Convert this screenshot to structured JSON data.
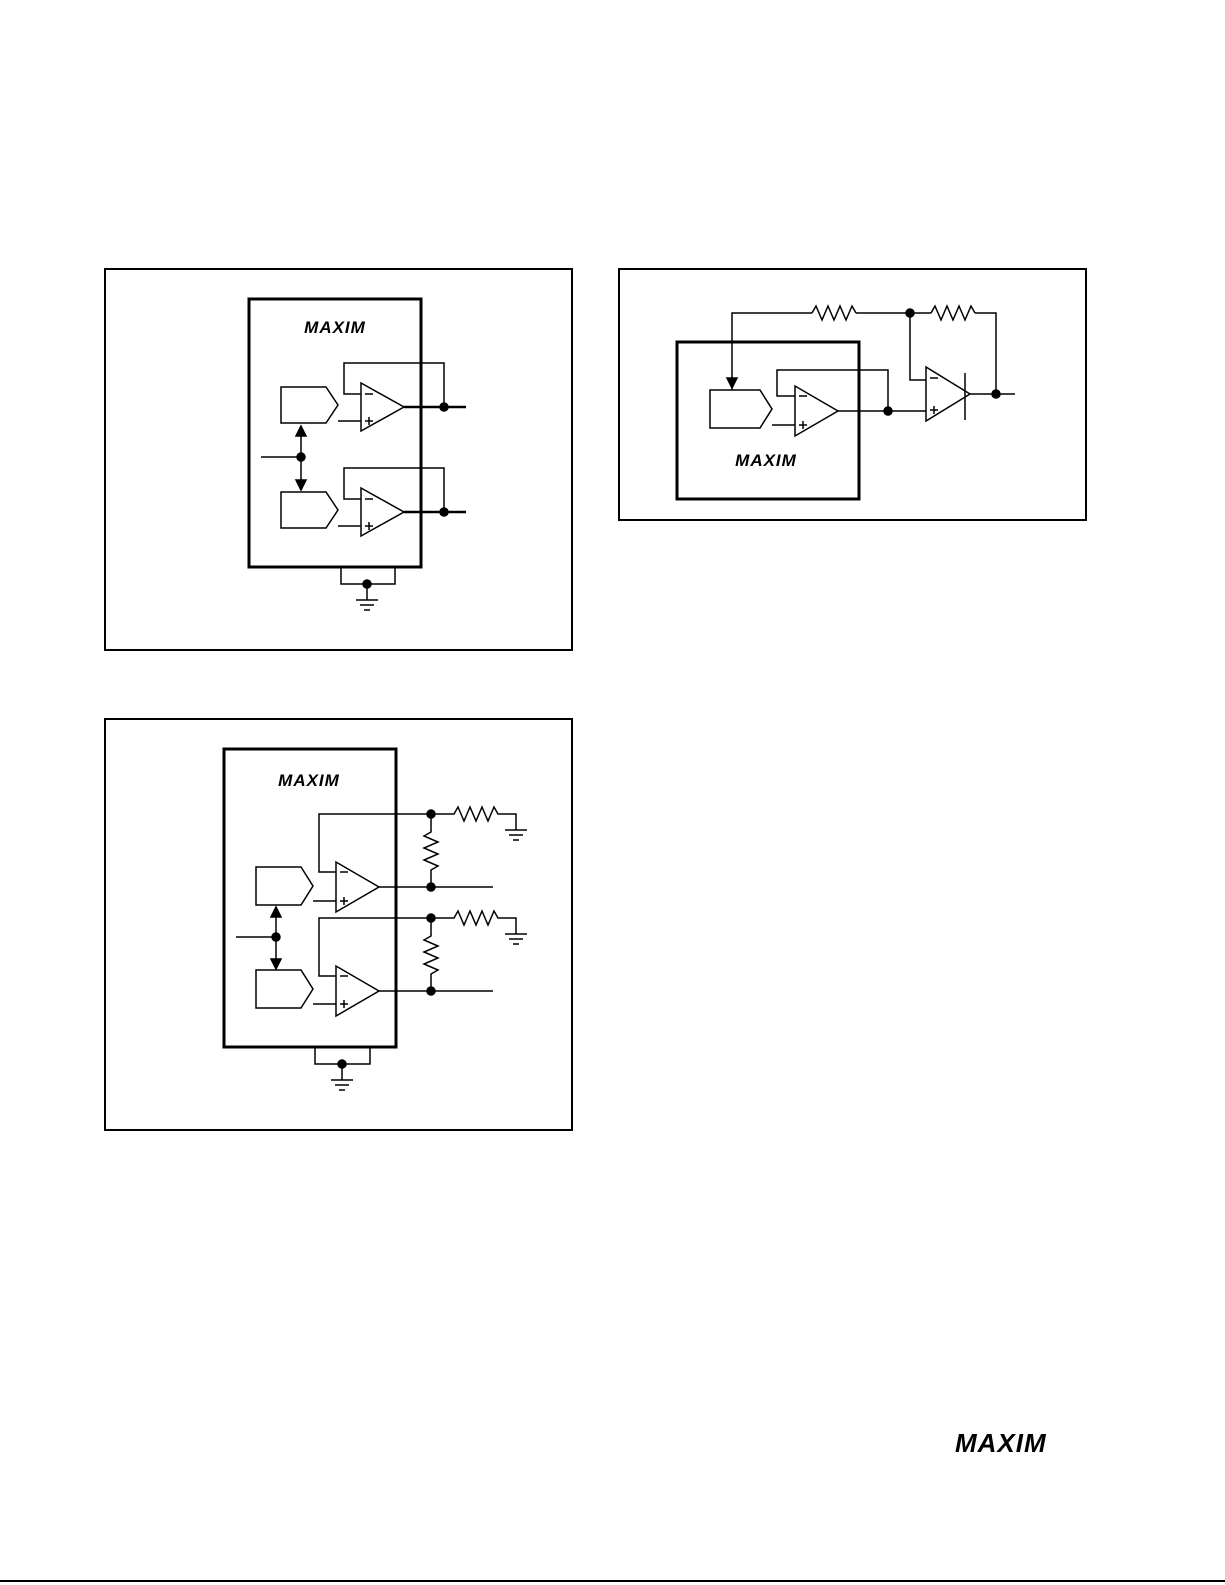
{
  "brand": {
    "logo_text": "MAXIM"
  },
  "colors": {
    "line": "#000000",
    "background": "#ffffff"
  },
  "figures": [
    {
      "id": "dual-dac-buffered-outputs",
      "components": [
        "ic-package",
        "dac-block",
        "op-amp",
        "op-amp",
        "ground-symbol",
        "junction-dots"
      ]
    },
    {
      "id": "dac-with-external-inverting-amplifier",
      "components": [
        "ic-package",
        "dac-block",
        "op-amp",
        "external-op-amp",
        "resistor",
        "resistor"
      ]
    },
    {
      "id": "dual-dac-with-gain-resistors",
      "components": [
        "ic-package",
        "dac-block",
        "op-amp",
        "op-amp",
        "resistor",
        "resistor",
        "resistor",
        "resistor",
        "ground-symbol"
      ]
    }
  ],
  "icons": [
    "maxim-logo-icon",
    "ground-icon",
    "resistor-icon",
    "op-amp-icon",
    "dac-icon"
  ]
}
